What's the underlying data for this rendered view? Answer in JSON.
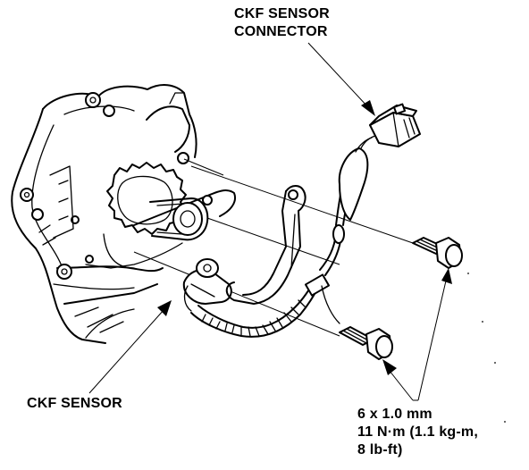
{
  "labels": {
    "connector": {
      "line1": "CKF SENSOR",
      "line2": "CONNECTOR"
    },
    "sensor": "CKF SENSOR",
    "spec": {
      "line1": "6 x 1.0 mm",
      "line2": "11 N·m (1.1 kg-m,",
      "line3": "8 lb-ft)"
    }
  },
  "colors": {
    "ink": "#000000",
    "paper": "#ffffff"
  }
}
